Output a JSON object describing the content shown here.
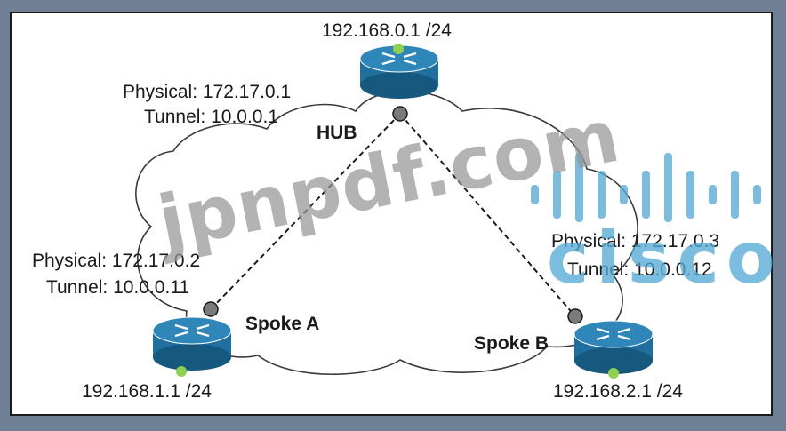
{
  "diagram": {
    "hub": {
      "name": "HUB",
      "lan": "192.168.0.1 /24",
      "physical": "Physical: 172.17.0.1",
      "tunnel": "Tunnel: 10.0.0.1"
    },
    "spoke_a": {
      "name": "Spoke A",
      "lan": "192.168.1.1 /24",
      "physical": "Physical: 172.17.0.2",
      "tunnel": "Tunnel: 10.0.0.11"
    },
    "spoke_b": {
      "name": "Spoke B",
      "lan": "192.168.2.1 /24",
      "physical": "Physical: 172.17.0.3",
      "tunnel": "Tunnel: 10.0.0.12"
    }
  },
  "watermark": {
    "site": "jpnpdf.com",
    "brand": "cisco"
  },
  "colors": {
    "router_body": "#1f6f9f",
    "router_top": "#2f86b8",
    "lan_dot": "#8fd14f",
    "tunnel_dot": "#7a7a7a",
    "cisco_brand": "#56aad6"
  }
}
